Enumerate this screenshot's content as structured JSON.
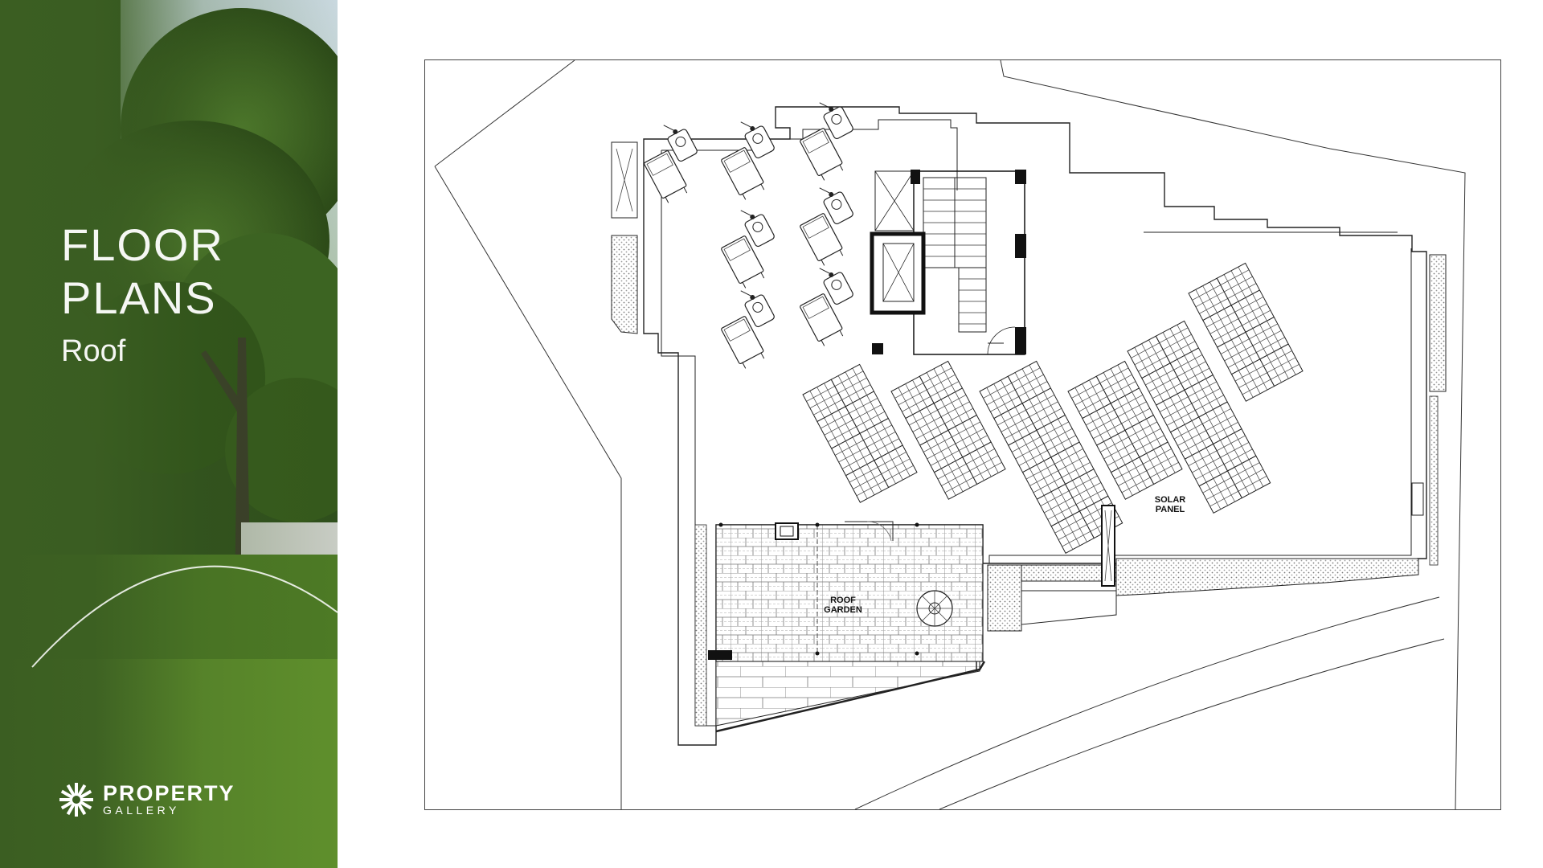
{
  "slide": {
    "title": "FLOOR\nPLANS",
    "subtitle": "Roof"
  },
  "brand": {
    "name_line1": "PROPERTY",
    "name_line2": "GALLERY",
    "logo_icon": "starburst-icon"
  },
  "plan": {
    "labels": {
      "solar_panel": "SOLAR\nPANEL",
      "roof_garden": "ROOF\nGARDEN"
    }
  },
  "colors": {
    "panel_green": "#3b5e22",
    "plan_line": "#222222"
  }
}
